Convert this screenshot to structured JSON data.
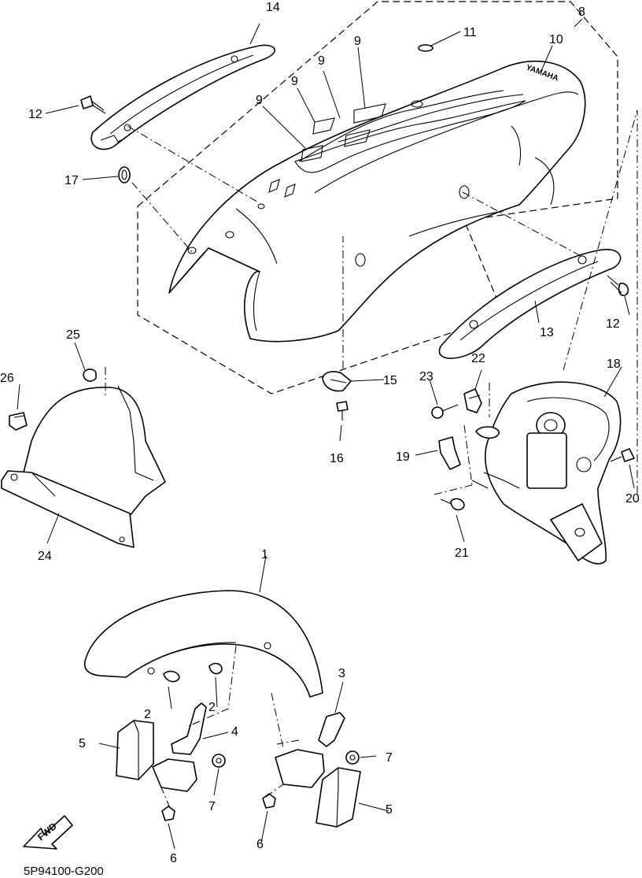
{
  "diagram": {
    "code": "5P94100-G200",
    "fwd_label": "FWD",
    "brand_mark": "YAMAHA",
    "callouts": [
      {
        "id": "c14",
        "label": "14"
      },
      {
        "id": "c8",
        "label": "8"
      },
      {
        "id": "c11",
        "label": "11"
      },
      {
        "id": "c10",
        "label": "10"
      },
      {
        "id": "c9a",
        "label": "9"
      },
      {
        "id": "c9b",
        "label": "9"
      },
      {
        "id": "c9c",
        "label": "9"
      },
      {
        "id": "c9d",
        "label": "9"
      },
      {
        "id": "c12a",
        "label": "12"
      },
      {
        "id": "c17",
        "label": "17"
      },
      {
        "id": "c12b",
        "label": "12"
      },
      {
        "id": "c13",
        "label": "13"
      },
      {
        "id": "c25",
        "label": "25"
      },
      {
        "id": "c26",
        "label": "26"
      },
      {
        "id": "c24",
        "label": "24"
      },
      {
        "id": "c15",
        "label": "15"
      },
      {
        "id": "c16",
        "label": "16"
      },
      {
        "id": "c23",
        "label": "23"
      },
      {
        "id": "c22",
        "label": "22"
      },
      {
        "id": "c18",
        "label": "18"
      },
      {
        "id": "c19",
        "label": "19"
      },
      {
        "id": "c20",
        "label": "20"
      },
      {
        "id": "c21",
        "label": "21"
      },
      {
        "id": "c1",
        "label": "1"
      },
      {
        "id": "c3",
        "label": "3"
      },
      {
        "id": "c2a",
        "label": "2"
      },
      {
        "id": "c2b",
        "label": "2"
      },
      {
        "id": "c4",
        "label": "4"
      },
      {
        "id": "c5a",
        "label": "5"
      },
      {
        "id": "c7a",
        "label": "7"
      },
      {
        "id": "c7b",
        "label": "7"
      },
      {
        "id": "c5b",
        "label": "5"
      },
      {
        "id": "c6a",
        "label": "6"
      },
      {
        "id": "c6b",
        "label": "6"
      }
    ]
  }
}
